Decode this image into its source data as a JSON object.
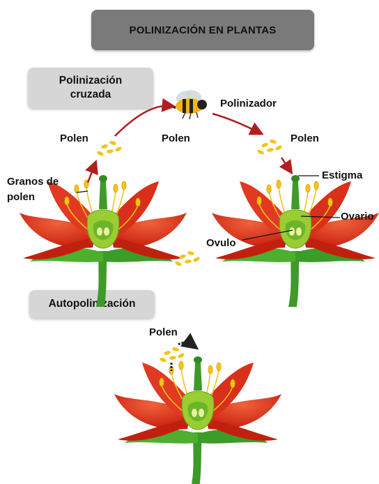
{
  "title": "POLINIZACIÓN EN PLANTAS",
  "cross": {
    "heading_line1": "Polinización",
    "heading_line2": "cruzada",
    "polen_left": "Polen",
    "polen_middle": "Polen",
    "polen_right": "Polen",
    "pollinator": "Polinizador",
    "grains_line1": "Granos de",
    "grains_line2": "polen",
    "stigma": "Estigma",
    "ovary": "Ovario",
    "ovule": "Ovulo"
  },
  "self": {
    "heading": "Autopolinización",
    "polen": "Polen"
  },
  "colors": {
    "petal": "#e8321e",
    "petal_dark": "#c2200f",
    "stem": "#3f9a2a",
    "leaf": "#4caf2e",
    "pistil": "#9acd32",
    "pollen": "#f2c418",
    "arrow": "#b11e1e",
    "title_box": "#7a7a7a",
    "section_box": "#d6d6d6"
  },
  "icons": [
    "bee-icon",
    "flower-icon",
    "pollen-grain-icon",
    "arrow-icon"
  ]
}
